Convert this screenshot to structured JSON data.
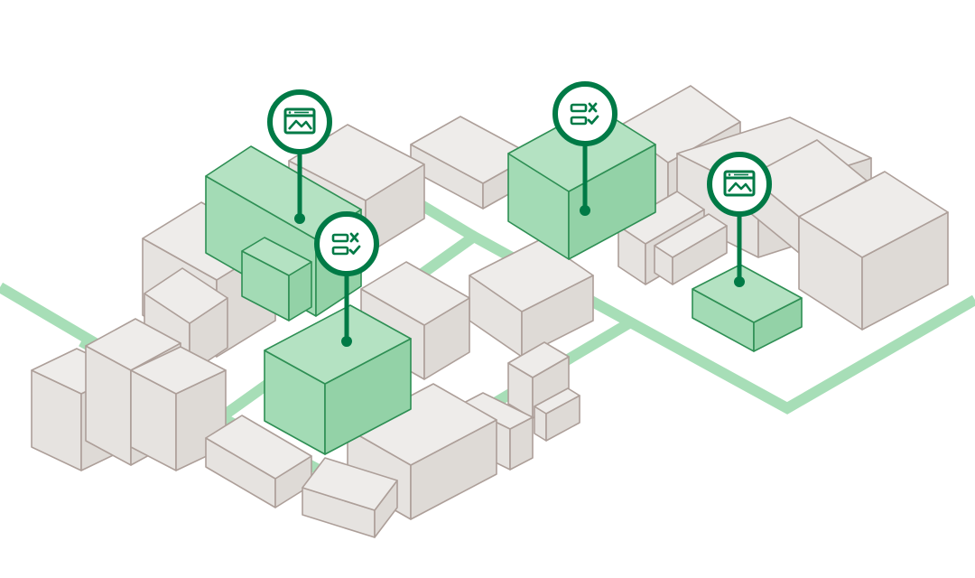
{
  "colors": {
    "road": "#a7deb7",
    "building_fill": "#e6e3e0",
    "building_stroke": "#ad9f99",
    "highlight_fill": "#a3dbb5",
    "highlight_stroke": "#2e8f54",
    "pin": "#007a46",
    "background": "#ffffff"
  },
  "pins": [
    {
      "name": "pin-web-preview-1",
      "icon": "web-preview-icon"
    },
    {
      "name": "pin-checklist-1",
      "icon": "checklist-icon"
    },
    {
      "name": "pin-checklist-2",
      "icon": "checklist-icon"
    },
    {
      "name": "pin-web-preview-2",
      "icon": "web-preview-icon"
    }
  ]
}
